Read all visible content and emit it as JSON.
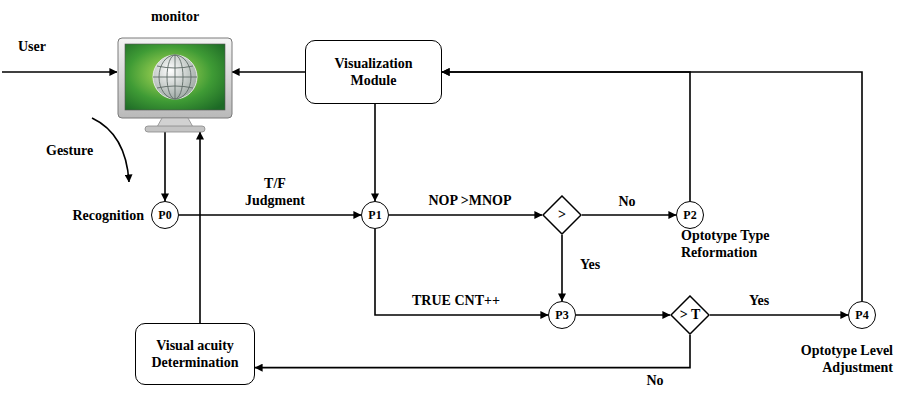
{
  "diagram": {
    "nodes": [
      {
        "text": [
          "monitor"
        ]
      },
      {
        "text": [
          "Visualization Module"
        ]
      },
      {
        "text": [
          "P0",
          "Recognition"
        ]
      },
      {
        "text": [
          "P1"
        ]
      },
      {
        "text": [
          ">"
        ]
      },
      {
        "text": [
          "P2",
          "Optotype Type Reformation"
        ]
      },
      {
        "text": [
          "P3"
        ]
      },
      {
        "text": [
          "> T"
        ]
      },
      {
        "text": [
          "P4",
          "Optotype Level Adjustment"
        ]
      },
      {
        "text": [
          "Visual acuity Determination"
        ]
      }
    ],
    "edges": [
      {
        "from": 1,
        "to": 0,
        "arrow": "to"
      },
      {
        "from": 0,
        "to": 2,
        "arrow": "to"
      },
      {
        "from": 2,
        "to": 3,
        "label": "T/F Judgment",
        "arrow": "to"
      },
      {
        "from": 1,
        "to": 3,
        "arrow": "to"
      },
      {
        "from": 3,
        "to": 4,
        "label": "NOP >MNOP",
        "arrow": "to"
      },
      {
        "from": 4,
        "to": 5,
        "label": "No",
        "arrow": "to"
      },
      {
        "from": 5,
        "to": 1,
        "arrow": "to"
      },
      {
        "from": 4,
        "to": 6,
        "label": "Yes",
        "arrow": "to"
      },
      {
        "from": 3,
        "to": 6,
        "label": "TRUE CNT++",
        "arrow": "to"
      },
      {
        "from": 6,
        "to": 7,
        "arrow": "to"
      },
      {
        "from": 7,
        "to": 8,
        "label": "Yes",
        "arrow": "to"
      },
      {
        "from": 8,
        "to": 1,
        "arrow": "to"
      },
      {
        "from": 7,
        "to": 9,
        "label": "No",
        "arrow": "to"
      },
      {
        "from": 9,
        "to": 0,
        "arrow": "to"
      }
    ],
    "labels": [
      "User",
      "Gesture"
    ]
  }
}
